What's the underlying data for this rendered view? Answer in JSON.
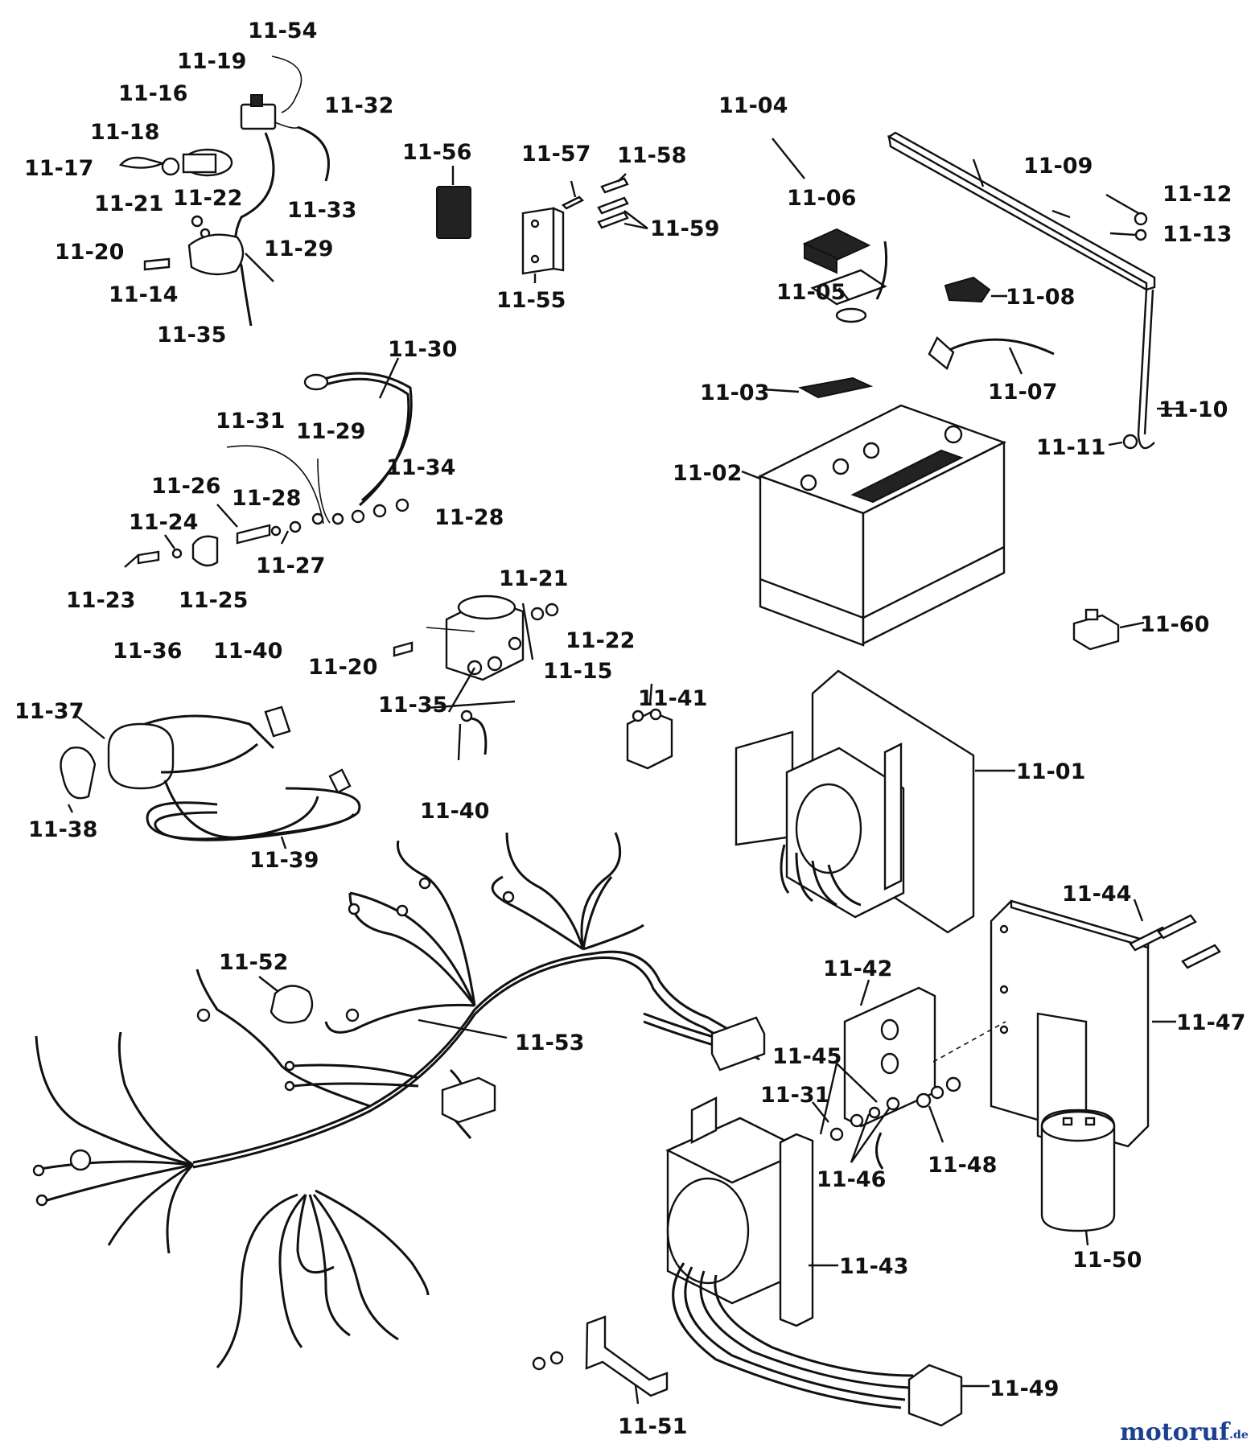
{
  "labels": {
    "p1104": "11-04",
    "p1106": "11-06",
    "p1105": "11-05",
    "p1109": "11-09",
    "p1112": "11-12",
    "p1113": "11-13",
    "p1108": "11-08",
    "p1107": "11-07",
    "p1103": "11-03",
    "p1102": "11-02",
    "p1110": "11-10",
    "p1111": "11-11",
    "p1160": "11-60",
    "p1101": "11-01",
    "p1144": "11-44",
    "p1147": "11-47",
    "p1142": "11-42",
    "p1145": "11-45",
    "p1131b": "11-31",
    "p1146": "11-46",
    "p1148": "11-48",
    "p1150": "11-50",
    "p1143": "11-43",
    "p1149": "11-49",
    "p1151": "11-51",
    "p1152": "11-52",
    "p1153": "11-53",
    "p1141": "11-41",
    "p1140b": "11-40",
    "p1135b": "11-35",
    "p1115": "11-15",
    "p1121b": "11-21",
    "p1122b": "11-22",
    "p1120b": "11-20",
    "p1136": "11-36",
    "p1140a": "11-40",
    "p1137": "11-37",
    "p1138": "11-38",
    "p1139": "11-39",
    "p1130": "11-30",
    "p1131a": "11-31",
    "p1129b": "11-29",
    "p1134": "11-34",
    "p1128a": "11-28",
    "p1128b": "11-28",
    "p1126": "11-26",
    "p1124": "11-24",
    "p1123": "11-23",
    "p1125": "11-25",
    "p1127": "11-27",
    "p1154": "11-54",
    "p1119": "11-19",
    "p1116": "11-16",
    "p1118": "11-18",
    "p1117": "11-17",
    "p1121a": "11-21",
    "p1122a": "11-22",
    "p1120a": "11-20",
    "p1114": "11-14",
    "p1135a": "11-35",
    "p1129a": "11-29",
    "p1133": "11-33",
    "p1132": "11-32",
    "p1156": "11-56",
    "p1157": "11-57",
    "p1158": "11-58",
    "p1159": "11-59",
    "p1155": "11-55"
  },
  "watermark": {
    "main": "motoruf",
    "suffix": ".de",
    "accent_color": "#1d3f8f"
  }
}
